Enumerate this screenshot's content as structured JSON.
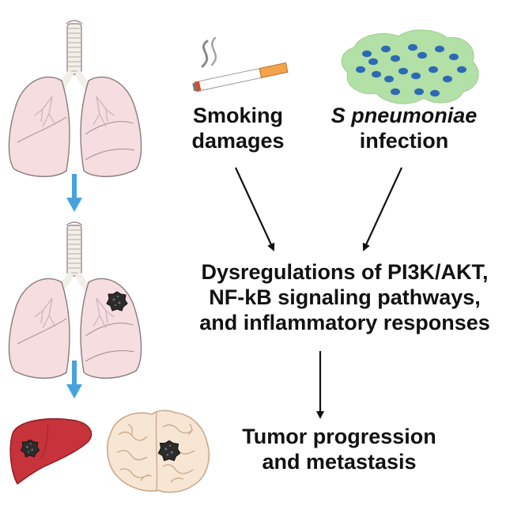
{
  "colors": {
    "lung_fill": "#f6dde0",
    "lung_stroke": "#8a7b7e",
    "trachea_fill": "#f2efe8",
    "down_arrow": "#46a3dd",
    "tumor": "#2c2c2c",
    "bacteria_patch": "#b2e0a6",
    "bacteria_cell": "#2e69b5",
    "liver": "#c6333a",
    "brain_fill": "#f7e6d3",
    "brain_stroke": "#caa98d",
    "flow_arrow": "#111111"
  },
  "icons": {
    "cigarette": "cigarette-icon",
    "bacteria": "bacteria-icon",
    "healthy_lung": "lung-icon",
    "tumor_lung": "lung-with-tumor-icon",
    "liver": "liver-with-metastasis-icon",
    "brain": "brain-with-metastasis-icon"
  },
  "labels": {
    "smoking_line1": "Smoking",
    "smoking_line2": "damages",
    "infection_line1": "S pneumoniae",
    "infection_line2": "infection",
    "dysreg_line1": "Dysregulations of PI3K/AKT,",
    "dysreg_line2": "NF-kB signaling pathways,",
    "dysreg_line3": "and inflammatory responses",
    "outcome_line1": "Tumor progression",
    "outcome_line2": "and metastasis"
  }
}
